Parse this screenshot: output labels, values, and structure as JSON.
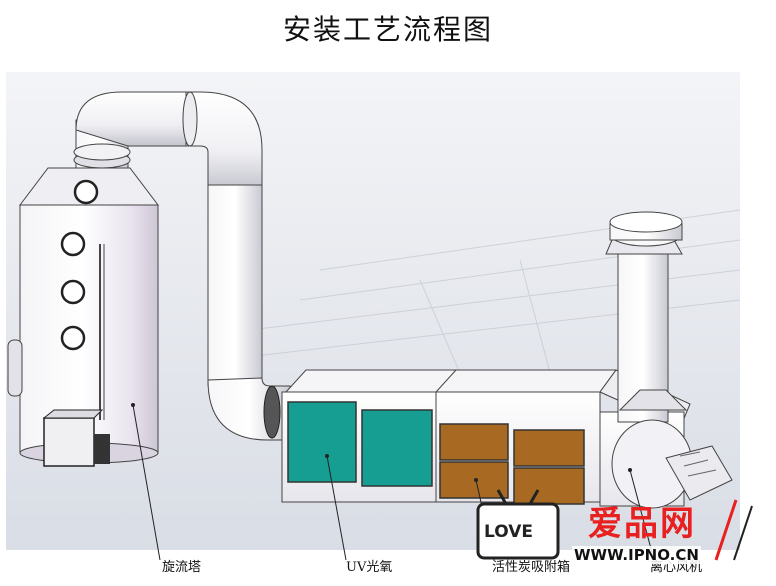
{
  "title": "安装工艺流程图",
  "labels": {
    "cyclone_tower": "旋流塔",
    "uv_photo_oxygen": "UV光氧",
    "activated_carbon_box": "活性炭吸附箱",
    "centrifugal_fan": "离心风机"
  },
  "watermark": {
    "brand_text": "爱品网",
    "url": "WWW.IPNO.CN",
    "badge_text": "LOVE"
  },
  "colors": {
    "uv_panel": "#169e93",
    "carbon_panel": "#a86a22",
    "watermark_red": "#e8201f"
  }
}
